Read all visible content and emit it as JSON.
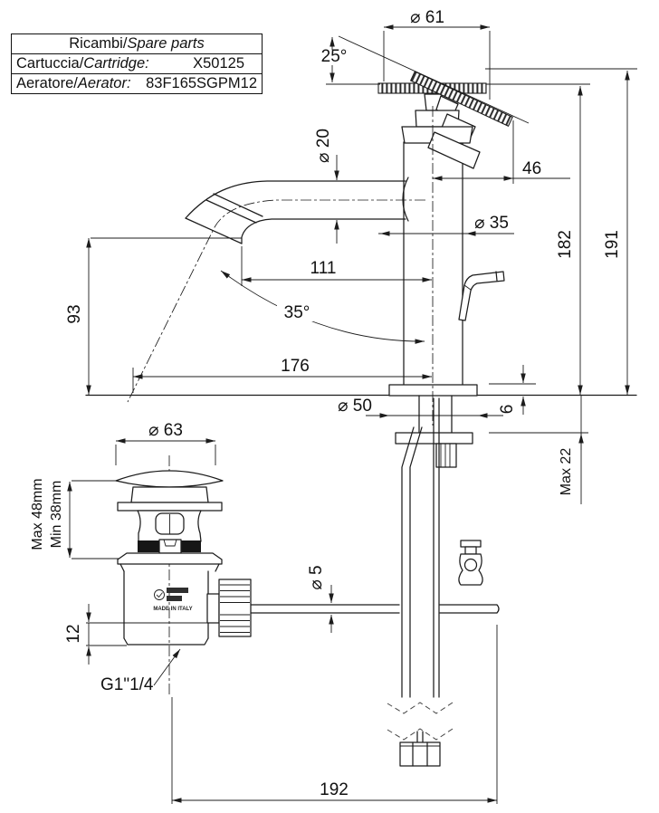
{
  "title_block": {
    "header": {
      "it": "Ricambi/",
      "en": "Spare parts"
    },
    "rows": [
      {
        "it": "Cartuccia/",
        "en": "Cartridge:",
        "value": "X50125"
      },
      {
        "it": "Aeratore/",
        "en": "Aerator:",
        "value": "83F165SGPM12"
      }
    ]
  },
  "dimensions": {
    "handle_diameter": "⌀ 61",
    "handle_angle": "25°",
    "spout_diameter": "⌀ 20",
    "handle_reach": "46",
    "body_diameter": "⌀ 35",
    "spout_reach": "111",
    "spray_angle": "35°",
    "spout_height": "93",
    "total_reach": "176",
    "height_to_top": "182",
    "total_height": "191",
    "base_diameter": "⌀ 50",
    "base_plate_height": "6",
    "deck_thickness": "Max 22",
    "waste_cap_diameter": "⌀ 63",
    "waste_height_max": "Max 48mm",
    "waste_height_min": "Min 38mm",
    "thread_length": "12",
    "waste_thread": "G1\"1/4",
    "rod_diameter": "⌀ 5",
    "rod_length": "192"
  },
  "markings": {
    "made_in": "MADE IN ITALY"
  },
  "colors": {
    "line": "#1c1c1c",
    "background": "#ffffff"
  }
}
